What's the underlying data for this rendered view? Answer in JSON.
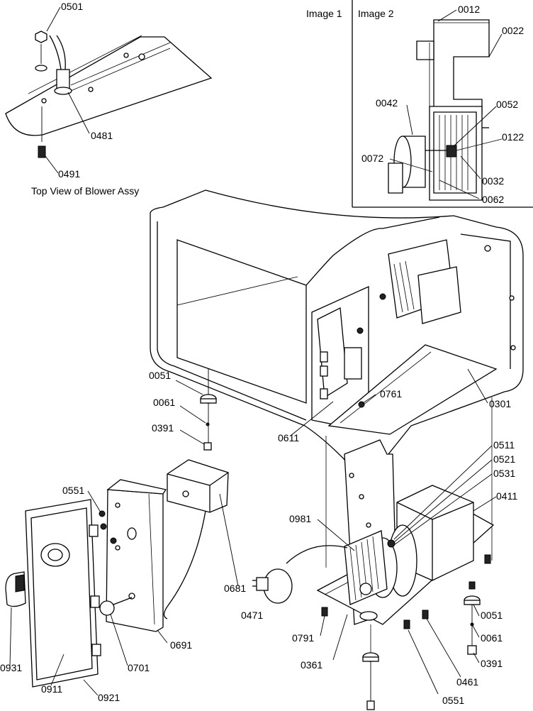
{
  "captions": {
    "top_view": "Top View of Blower Assy",
    "image1": "Image 1",
    "image2": "Image 2"
  },
  "parts": {
    "p0012": "0012",
    "p0022": "0022",
    "p0032": "0032",
    "p0042": "0042",
    "p0052": "0052",
    "p0062": "0062",
    "p0072": "0072",
    "p0122": "0122",
    "p0051a": "0051",
    "p0051b": "0051",
    "p0061a": "0061",
    "p0061b": "0061",
    "p0391a": "0391",
    "p0391b": "0391",
    "p0301": "0301",
    "p0361": "0361",
    "p0411": "0411",
    "p0461": "0461",
    "p0471": "0471",
    "p0481": "0481",
    "p0491": "0491",
    "p0501": "0501",
    "p0511": "0511",
    "p0521": "0521",
    "p0531": "0531",
    "p0551a": "0551",
    "p0551b": "0551",
    "p0611": "0611",
    "p0681": "0681",
    "p0691": "0691",
    "p0701": "0701",
    "p0761": "0761",
    "p0791": "0791",
    "p0911": "0911",
    "p0921": "0921",
    "p0931": "0931",
    "p0981": "0981"
  }
}
